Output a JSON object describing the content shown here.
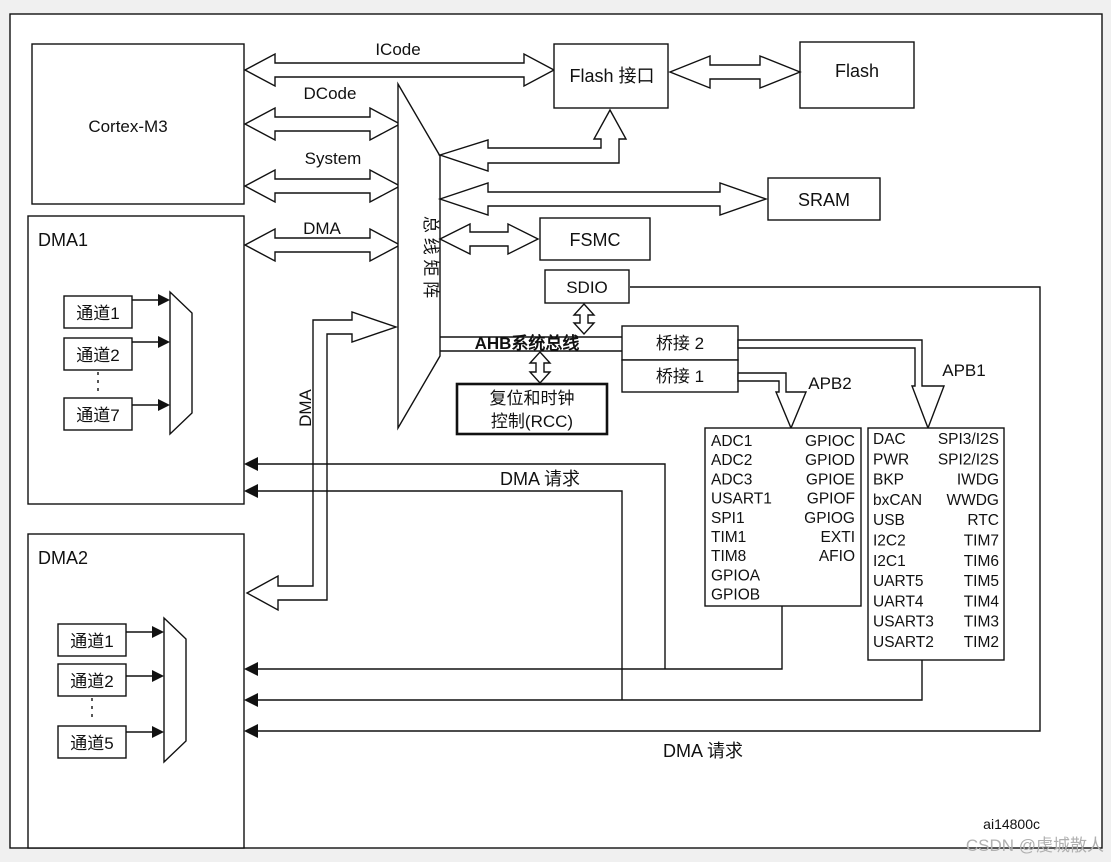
{
  "blocks": {
    "cortex": "Cortex-M3",
    "flash_interface": "Flash 接口",
    "flash": "Flash",
    "sram": "SRAM",
    "fsmc": "FSMC",
    "sdio": "SDIO",
    "bus_matrix": "总 线 矩 阵",
    "rcc_line1": "复位和时钟",
    "rcc_line2": "控制(RCC)",
    "bridge2": "桥接 2",
    "bridge1": "桥接 1",
    "dma1": "DMA1",
    "dma2": "DMA2"
  },
  "buses": {
    "icode": "ICode",
    "dcode": "DCode",
    "system": "System",
    "dma": "DMA",
    "dma_vertical": "DMA",
    "ahb": "AHB系统总线",
    "apb1": "APB1",
    "apb2": "APB2",
    "dma_request_1": "DMA 请求",
    "dma_request_2": "DMA 请求"
  },
  "dma1_channels": [
    "通道1",
    "通道2",
    "通道7"
  ],
  "dma2_channels": [
    "通道1",
    "通道2",
    "通道5"
  ],
  "apb2_left": [
    "ADC1",
    "ADC2",
    "ADC3",
    "USART1",
    "SPI1",
    "TIM1",
    "TIM8",
    "GPIOA",
    "GPIOB"
  ],
  "apb2_right": [
    "GPIOC",
    "GPIOD",
    "GPIOE",
    "GPIOF",
    "GPIOG",
    "EXTI",
    "AFIO"
  ],
  "apb1_left": [
    "DAC",
    "PWR",
    "BKP",
    "bxCAN",
    "USB",
    "I2C2",
    "I2C1",
    "UART5",
    "UART4",
    "USART3",
    "USART2"
  ],
  "apb1_right": [
    "SPI3/I2S",
    "SPI2/I2S",
    "IWDG",
    "WWDG",
    "RTC",
    "TIM7",
    "TIM6",
    "TIM5",
    "TIM4",
    "TIM3",
    "TIM2"
  ],
  "footer": {
    "doc_id": "ai14800c",
    "watermark": "CSDN @虔城散人"
  }
}
